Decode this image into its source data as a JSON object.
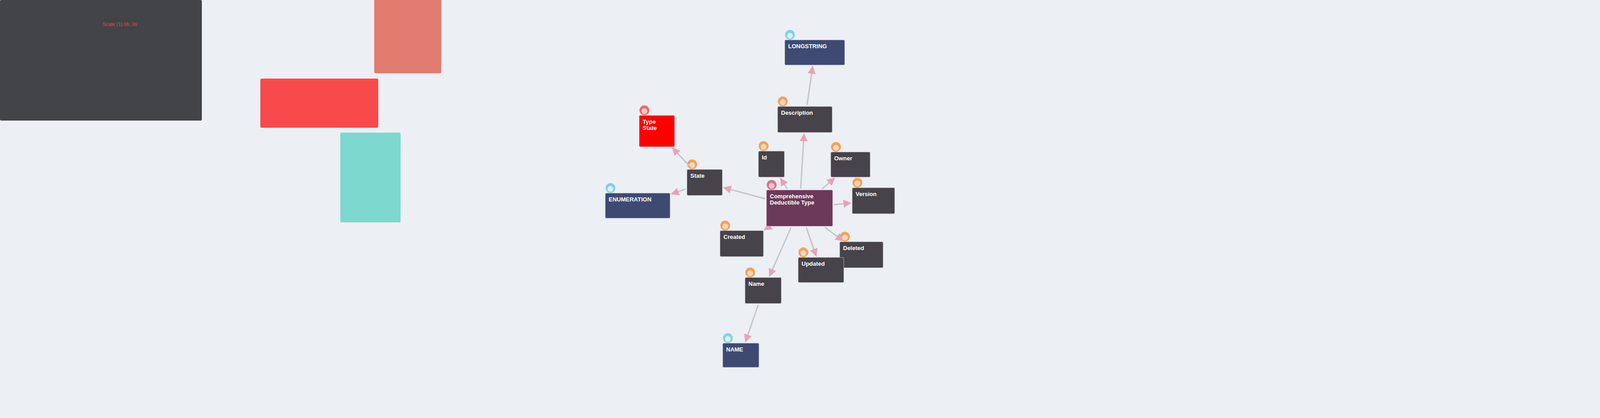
{
  "diagram": {
    "nodes": [
      {
        "text": [
          "LONGSTRING"
        ]
      },
      {
        "text": [
          "Description"
        ]
      },
      {
        "text": [
          "Type State"
        ]
      },
      {
        "text": [
          "Id"
        ]
      },
      {
        "text": [
          "Owner"
        ]
      },
      {
        "text": [
          "State"
        ]
      },
      {
        "text": [
          "Comprehensive Deductible Type"
        ]
      },
      {
        "text": [
          "Version"
        ]
      },
      {
        "text": [
          "ENUMERATION"
        ]
      },
      {
        "text": [
          "Created"
        ]
      },
      {
        "text": [
          "Deleted"
        ]
      },
      {
        "text": [
          "Updated"
        ]
      },
      {
        "text": [
          "Name"
        ]
      },
      {
        "text": [
          "NAME"
        ]
      }
    ],
    "edges": [
      {
        "from": 6,
        "to": 1,
        "arrow": "to"
      },
      {
        "from": 1,
        "to": 0,
        "arrow": "to"
      },
      {
        "from": 6,
        "to": 3,
        "arrow": "to"
      },
      {
        "from": 6,
        "to": 4,
        "arrow": "to"
      },
      {
        "from": 6,
        "to": 7,
        "arrow": "to"
      },
      {
        "from": 6,
        "to": 5,
        "arrow": "to"
      },
      {
        "from": 5,
        "to": 2,
        "arrow": "to"
      },
      {
        "from": 5,
        "to": 8,
        "arrow": "to"
      },
      {
        "from": 6,
        "to": 9,
        "arrow": "to"
      },
      {
        "from": 6,
        "to": 10,
        "arrow": "to"
      },
      {
        "from": 6,
        "to": 11,
        "arrow": "to"
      },
      {
        "from": 6,
        "to": 12,
        "arrow": "to"
      },
      {
        "from": 12,
        "to": 13,
        "arrow": "to"
      }
    ],
    "labels": [
      "Scale (1) 0h, 0s"
    ]
  }
}
